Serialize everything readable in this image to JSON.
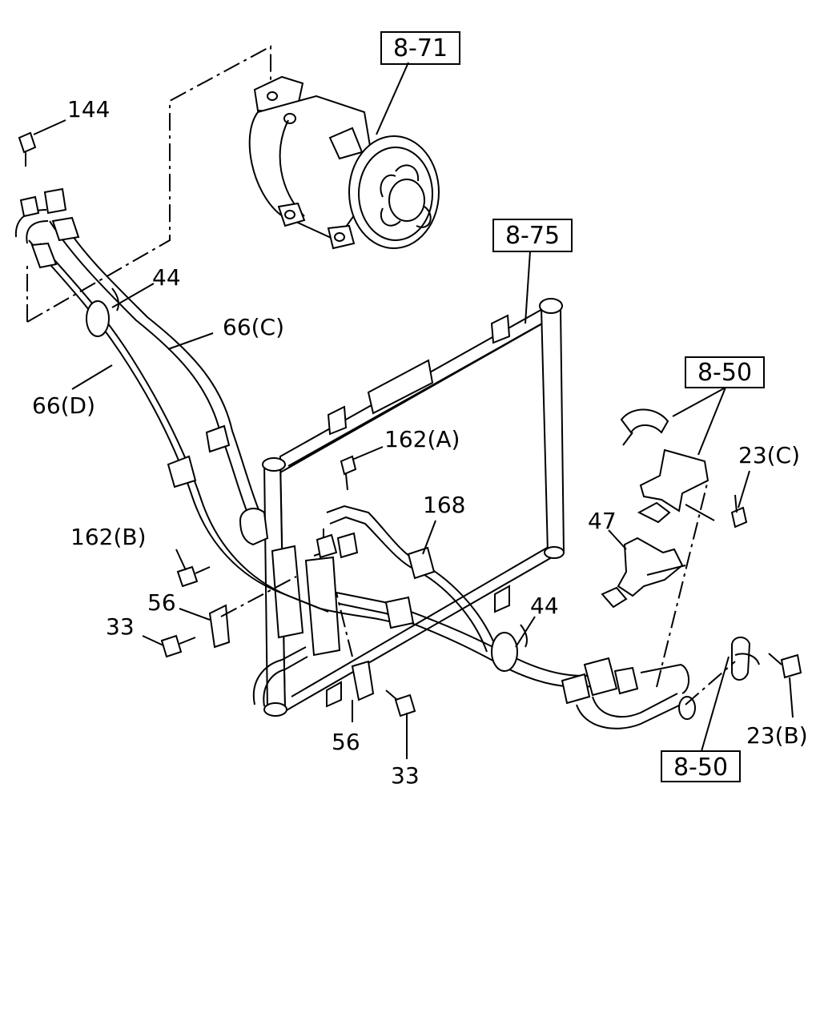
{
  "callouts": {
    "c144": "144",
    "c44a": "44",
    "c66c": "66(C)",
    "c66d": "66(D)",
    "c162a": "162(A)",
    "c168": "168",
    "c162b": "162(B)",
    "c56a": "56",
    "c33a": "33",
    "c56b": "56",
    "c33b": "33",
    "c44b": "44",
    "c47": "47",
    "c23c": "23(C)",
    "c23b": "23(B)"
  },
  "refs": {
    "r871": "8-71",
    "r875": "8-75",
    "r850a": "8-50",
    "r850b": "8-50"
  }
}
